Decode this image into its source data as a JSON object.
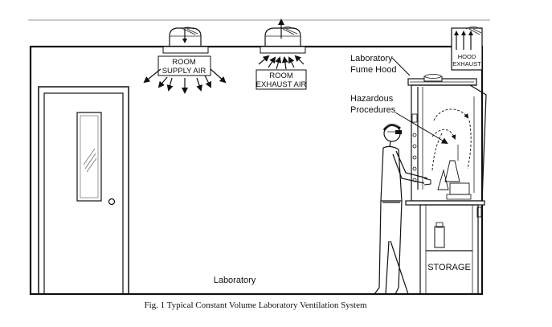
{
  "labels": {
    "supply_line1": "ROOM",
    "supply_line2": "SUPPLY AIR",
    "exhaust_line1": "ROOM",
    "exhaust_line2": "EXHAUST AIR",
    "hood_exhaust_line1": "HOOD",
    "hood_exhaust_line2": "EXHAUST",
    "fume_hood_line1": "Laboratory",
    "fume_hood_line2": "Fume Hood",
    "hazard_line1": "Hazardous",
    "hazard_line2": "Procedures",
    "storage": "STORAGE",
    "room": "Laboratory"
  },
  "caption": "Fig. 1 Typical Constant Volume Laboratory Ventilation System"
}
